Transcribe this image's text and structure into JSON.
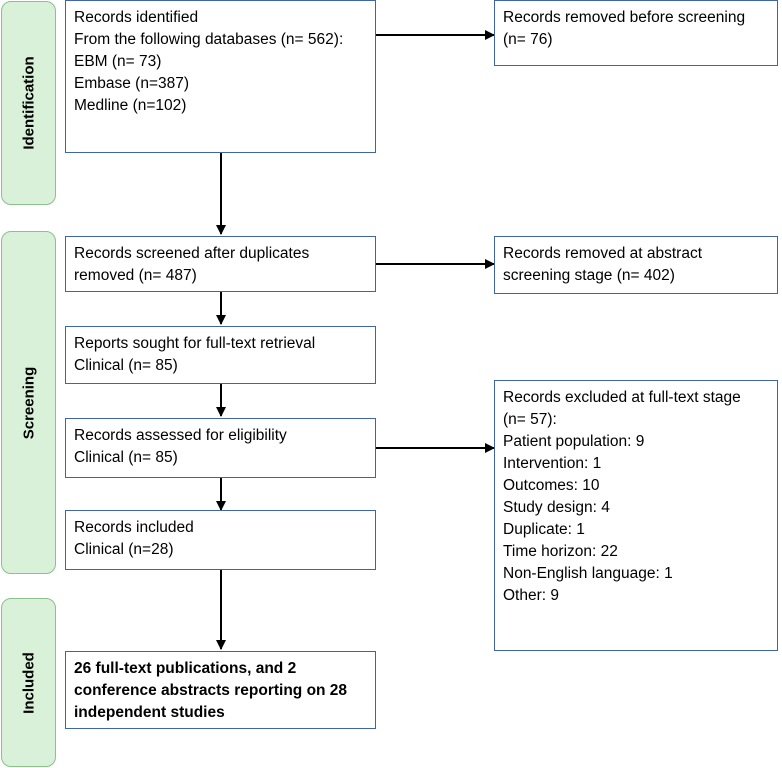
{
  "stages": {
    "identification": "Identification",
    "screening": "Screening",
    "included": "Included"
  },
  "boxes": {
    "identified": {
      "lines": [
        "Records identified",
        "From the following databases (n= 562):",
        "EBM (n= 73)",
        "Embase (n=387)",
        "Medline (n=102)"
      ]
    },
    "removed_before": {
      "lines": [
        "Records removed before screening",
        "(n= 76)"
      ]
    },
    "screened": {
      "lines": [
        "Records screened after duplicates",
        "removed (n= 487)"
      ]
    },
    "removed_abstract": {
      "lines": [
        "Records removed at abstract",
        "screening stage (n= 402)"
      ]
    },
    "sought": {
      "lines": [
        "Reports sought for full-text retrieval",
        "Clinical (n= 85)"
      ]
    },
    "assessed": {
      "lines": [
        "Records assessed for eligibility",
        "Clinical (n= 85)"
      ]
    },
    "excluded": {
      "lines": [
        "Records excluded at full-text stage",
        "(n= 57):",
        "Patient population:  9",
        "Intervention: 1",
        "Outcomes: 10",
        "Study design: 4",
        "Duplicate:  1",
        "Time horizon: 22",
        "Non-English language: 1",
        "Other: 9"
      ]
    },
    "records_included": {
      "lines": [
        "Records included",
        "Clinical (n=28)"
      ]
    },
    "final": {
      "lines": [
        "26 full-text publications, and 2",
        "conference abstracts reporting on 28",
        "independent studies"
      ]
    }
  },
  "colors": {
    "stage_fill": "#d9f0d9",
    "stage_border": "#8cc08c",
    "box_border": "#3f64a8",
    "arrow": "#000000"
  }
}
